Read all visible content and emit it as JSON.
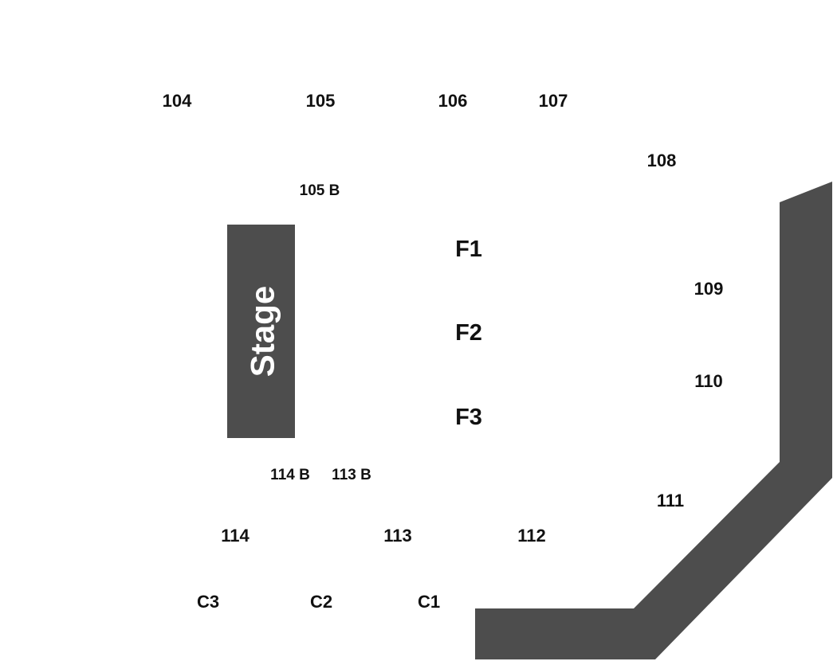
{
  "colors": {
    "background": "#ffffff",
    "structure": "#4d4d4d",
    "label": "#111111",
    "stage_text": "#ffffff"
  },
  "stage": {
    "label": "Stage"
  },
  "sections": {
    "s104": "104",
    "s105": "105",
    "s106": "106",
    "s107": "107",
    "s108": "108",
    "s105b": "105 B",
    "s109": "109",
    "s110": "110",
    "s111": "111",
    "s112": "112",
    "s113": "113",
    "s114": "114",
    "s113b": "113 B",
    "s114b": "114 B",
    "c1": "C1",
    "c2": "C2",
    "c3": "C3"
  },
  "floor": {
    "f1": "F1",
    "f2": "F2",
    "f3": "F3"
  }
}
